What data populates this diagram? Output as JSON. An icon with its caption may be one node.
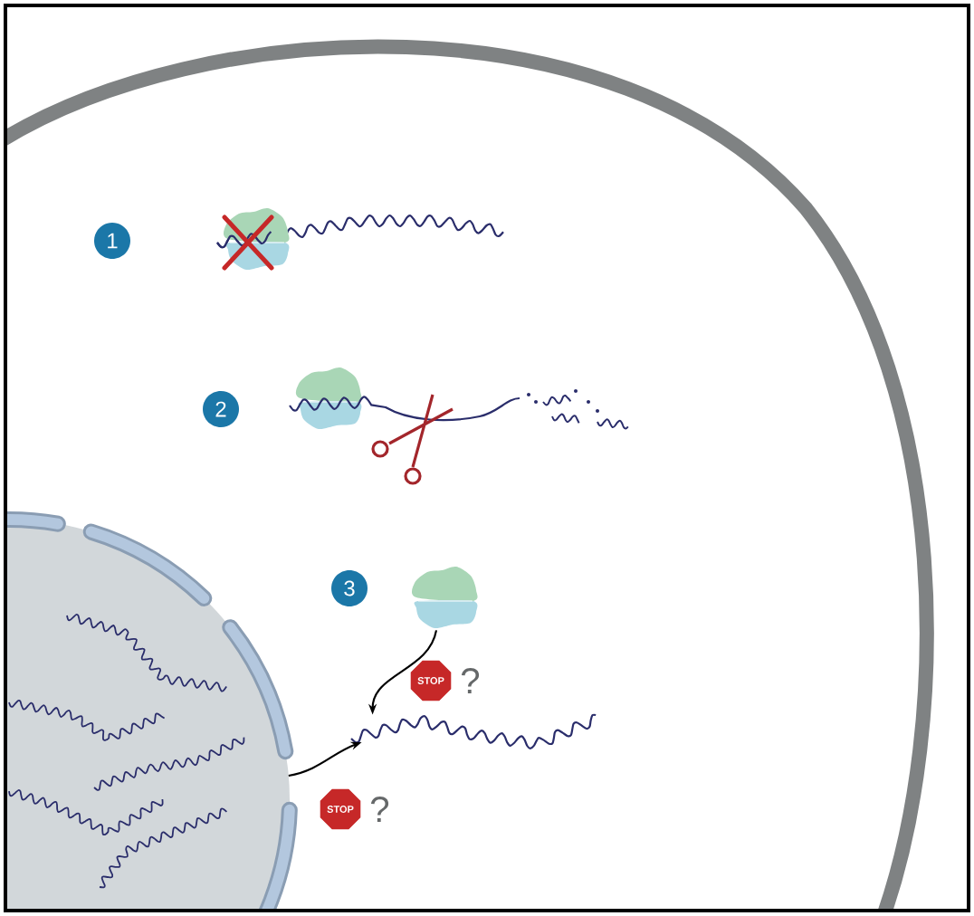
{
  "diagram": {
    "nodes": [
      {
        "text": [
          "1"
        ]
      },
      {
        "text": [
          "2"
        ]
      },
      {
        "text": [
          "3"
        ]
      },
      {
        "text": [
          "STOP"
        ],
        "beside": [
          "?"
        ]
      },
      {
        "text": [
          "STOP"
        ],
        "beside": [
          "?"
        ]
      },
      {
        "text": [],
        "shape": "circle"
      },
      {
        "text": [],
        "shape": "picture"
      },
      {
        "text": [],
        "shape": "picture"
      }
    ],
    "edges": [
      {
        "from": 6,
        "to": 7,
        "arrow": "to"
      },
      {
        "from": 5,
        "to": 7,
        "arrow": "to"
      }
    ]
  }
}
